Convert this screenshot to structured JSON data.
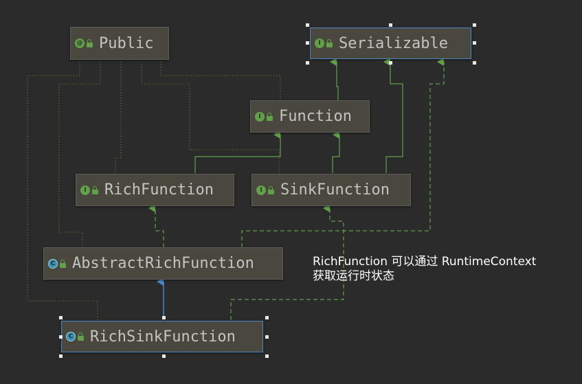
{
  "nodes": [
    {
      "id": "public",
      "label": "Public",
      "kind": "annotation",
      "badge": "@"
    },
    {
      "id": "serializable",
      "label": "Serializable",
      "kind": "interface",
      "badge": "I"
    },
    {
      "id": "function",
      "label": "Function",
      "kind": "interface",
      "badge": "I"
    },
    {
      "id": "richfunction",
      "label": "RichFunction",
      "kind": "interface",
      "badge": "I"
    },
    {
      "id": "sinkfunction",
      "label": "SinkFunction",
      "kind": "interface",
      "badge": "I"
    },
    {
      "id": "abstractrichfunction",
      "label": "AbstractRichFunction",
      "kind": "class",
      "badge": "C"
    },
    {
      "id": "richsinkfunction",
      "label": "RichSinkFunction",
      "kind": "class",
      "badge": "C"
    }
  ],
  "note": {
    "line1": "RichFunction 可以通过 RuntimeContext",
    "line2": "获取运行时状态"
  },
  "colors": {
    "background": "#2b2b2b",
    "node_fill": "#49473e",
    "node_text": "#c4c4c4",
    "interface_edge": "#62a14a",
    "class_edge": "#4a88c7",
    "annotation_edge": "#8a8a3a",
    "selection": "#4a88c7"
  }
}
